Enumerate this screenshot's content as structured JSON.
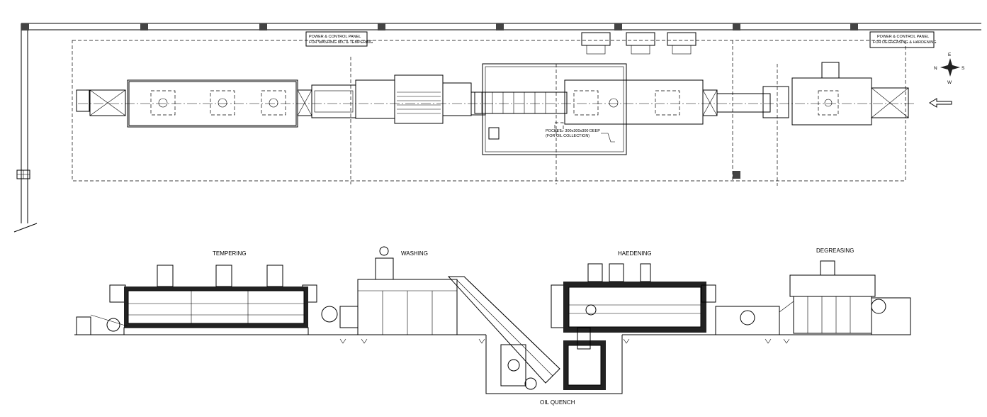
{
  "plan": {
    "panel_left": [
      "POWER & CONTROL PANEL",
      "FOR WASHING M/C & TEMPERING"
    ],
    "panel_right": [
      "POWER & CONTROL PANEL",
      "FOR DEGREASING & HARDENING"
    ],
    "pocket_note": [
      "POCKET - 300x300x300 DEEP",
      "(FOR OIL COLLECTION)"
    ],
    "compass": {
      "north": "N",
      "south": "S",
      "east": "E",
      "west": "W"
    }
  },
  "elevation": {
    "tempering": "TEMPERING",
    "washing": "WASHING",
    "hardening": "HAEDENING",
    "degreasing": "DEGREASING",
    "oil_quench": "OIL QUENCH"
  }
}
